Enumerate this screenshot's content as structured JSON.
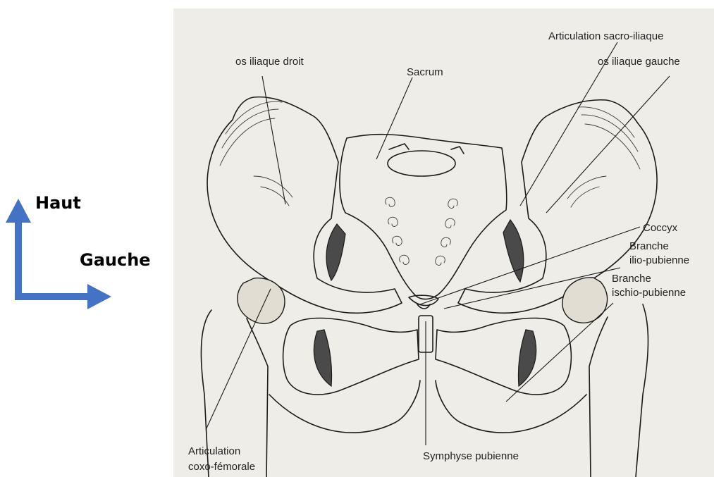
{
  "directions": {
    "up": "Haut",
    "left": "Gauche",
    "arrow_color": "#4472C4"
  },
  "labels": {
    "os_iliaque_droit": "os iliaque droit",
    "sacrum": "Sacrum",
    "articulation_sacro_iliaque": "Articulation sacro-iliaque",
    "os_iliaque_gauche": "os iliaque gauche",
    "coccyx": "Coccyx",
    "branche_ilio_pubienne_1": "Branche",
    "branche_ilio_pubienne_2": "ilio-pubienne",
    "branche_ischio_pubienne_1": "Branche",
    "branche_ischio_pubienne_2": "ischio-pubienne",
    "articulation_coxo_femorale_1": "Articulation",
    "articulation_coxo_femorale_2": "coxo-fémorale",
    "symphyse_pubienne": "Symphyse pubienne"
  },
  "colors": {
    "paper": "#efede8",
    "ink": "#1a1a1a"
  }
}
